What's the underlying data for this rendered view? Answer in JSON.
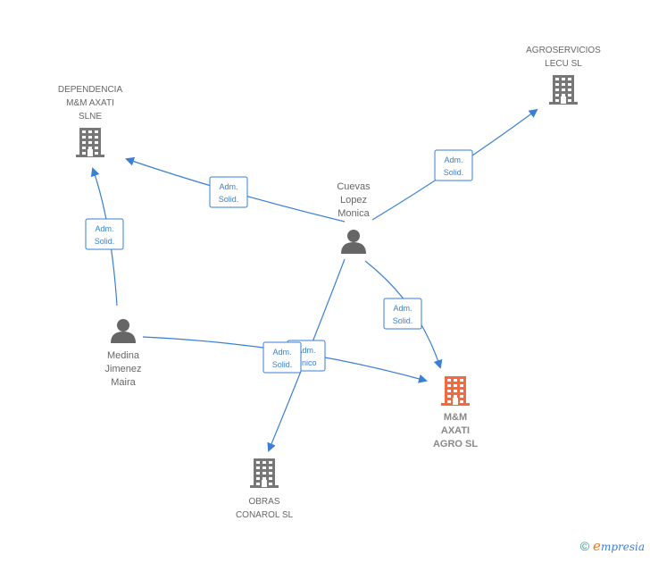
{
  "nodes": {
    "dependencia": {
      "label": [
        "DEPENDENCIA",
        "M&M AXATI",
        "SLNE"
      ],
      "type": "company"
    },
    "agroservicios": {
      "label": [
        "AGROSERVICIOS",
        "LECU  SL"
      ],
      "type": "company"
    },
    "cuevas": {
      "label": [
        "Cuevas",
        "Lopez",
        "Monica"
      ],
      "type": "person"
    },
    "medina": {
      "label": [
        "Medina",
        "Jimenez",
        "Maira"
      ],
      "type": "person"
    },
    "mm_axati": {
      "label": [
        "M&M",
        "AXATI",
        "AGRO  SL"
      ],
      "type": "company_main"
    },
    "obras": {
      "label": [
        "OBRAS",
        "CONAROL  SL"
      ],
      "type": "company"
    }
  },
  "edges": [
    {
      "from": "cuevas",
      "to": "dependencia",
      "label": [
        "Adm.",
        "Solid."
      ]
    },
    {
      "from": "cuevas",
      "to": "agroservicios",
      "label": [
        "Adm.",
        "Solid."
      ]
    },
    {
      "from": "cuevas",
      "to": "mm_axati",
      "label": [
        "Adm.",
        "Solid."
      ]
    },
    {
      "from": "cuevas",
      "to": "obras",
      "label": [
        "Adm.",
        "Unico"
      ]
    },
    {
      "from": "medina",
      "to": "dependencia",
      "label": [
        "Adm.",
        "Solid."
      ]
    },
    {
      "from": "medina",
      "to": "mm_axati",
      "label": [
        "Adm.",
        "Solid."
      ]
    }
  ],
  "colors": {
    "edge": "#3a7fd5",
    "company_icon": "#777777",
    "main_icon": "#f26a3d",
    "person_icon": "#666666"
  },
  "footer": {
    "copyright": "©",
    "brand_first": "e",
    "brand_rest": "mpresia"
  }
}
